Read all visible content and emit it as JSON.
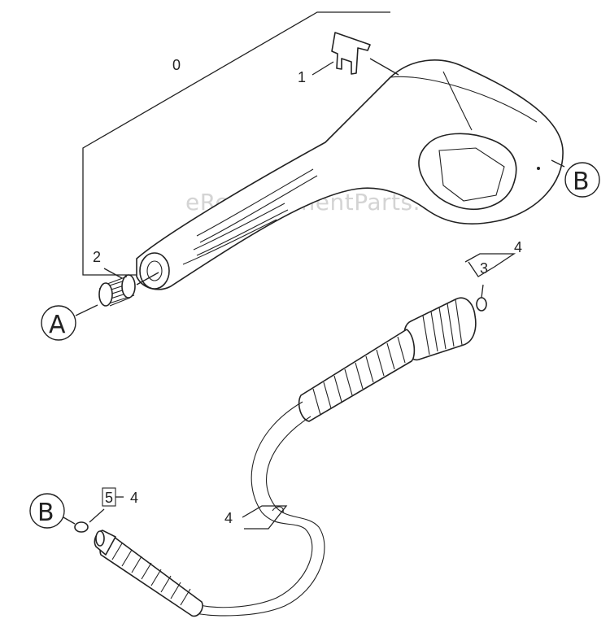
{
  "watermark": "eReplacementParts.com",
  "labels": {
    "assembly": "0",
    "clip": "1",
    "spring": "2",
    "oring_top": "3",
    "hose_top": "4",
    "hose_mid": "4",
    "oring_bottom": "5",
    "hose_bottom": "4"
  },
  "callouts": {
    "a_left": "A",
    "b_right": "B",
    "b_left": "B"
  }
}
